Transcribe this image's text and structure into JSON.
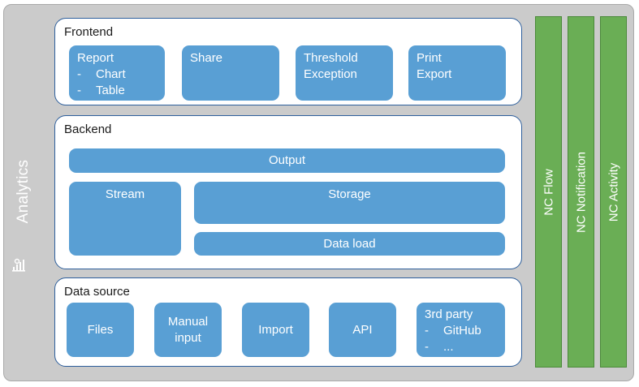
{
  "sidebar": {
    "title": "Analytics",
    "icon": "analytics-chart-icon"
  },
  "frontend": {
    "title": "Frontend",
    "report": {
      "label": "Report",
      "items": [
        "Chart",
        "Table"
      ]
    },
    "share": {
      "label": "Share"
    },
    "threshold": {
      "line1": "Threshold",
      "line2": "Exception"
    },
    "print": {
      "line1": "Print",
      "line2": "Export"
    }
  },
  "backend": {
    "title": "Backend",
    "output": "Output",
    "stream": "Stream",
    "storage": "Storage",
    "dataload": "Data load"
  },
  "datasource": {
    "title": "Data source",
    "files": "Files",
    "manual": {
      "line1": "Manual",
      "line2": "input"
    },
    "import": "Import",
    "api": "API",
    "thirdparty": {
      "label": "3rd party",
      "items": [
        "GitHub",
        "..."
      ]
    }
  },
  "nc": {
    "flow": "NC Flow",
    "notification": "NC Notification",
    "activity": "NC Activity"
  },
  "colors": {
    "box": "#599fd4",
    "green": "#6aae55",
    "outer": "#cbcbcb"
  }
}
